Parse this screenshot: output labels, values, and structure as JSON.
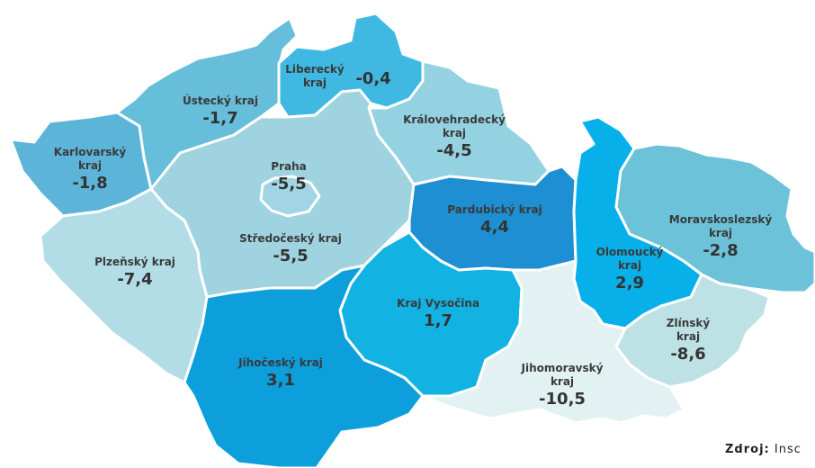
{
  "regions": [
    {
      "id": "karlovarsky",
      "name": "Karlovarský\nkraj",
      "value": "-1,8",
      "color": "#5cb5d9"
    },
    {
      "id": "ustecky",
      "name": "Ústecký kraj",
      "value": "-1,7",
      "color": "#66bedb"
    },
    {
      "id": "liberecky",
      "name": "Liberecký\nkraj",
      "value": "-0,4",
      "color": "#40b9e2"
    },
    {
      "id": "kralovehradecky",
      "name": "Královehradecký\nkraj",
      "value": "-4,5",
      "color": "#94d2e1"
    },
    {
      "id": "praha",
      "name": "Praha",
      "value": "-5,5",
      "color": "#a1d5e3"
    },
    {
      "id": "stredocesky",
      "name": "Středočeský kraj",
      "value": "-5,5",
      "color": "#9fd3e0"
    },
    {
      "id": "plzensky",
      "name": "Plzeňský kraj",
      "value": "-7,4",
      "color": "#b3dde6"
    },
    {
      "id": "pardubicky",
      "name": "Pardubický kraj",
      "value": "4,4",
      "color": "#1f8fd3"
    },
    {
      "id": "vysocina",
      "name": "Kraj Vysočina",
      "value": "1,7",
      "color": "#12b3e3"
    },
    {
      "id": "jihocesky",
      "name": "Jihočeský kraj",
      "value": "3,1",
      "color": "#0c9fdc"
    },
    {
      "id": "olomoucky",
      "name": "Olomoucký\nkraj",
      "value": "2,9",
      "color": "#08b0ea"
    },
    {
      "id": "moravskoslezsky",
      "name": "Moravskoslezský\nkraj",
      "value": "-2,8",
      "color": "#6cc2d8"
    },
    {
      "id": "zlinsky",
      "name": "Zlínský\nkraj",
      "value": "-8,6",
      "color": "#bde1e5"
    },
    {
      "id": "jihomoravsky",
      "name": "Jihomoravský\nkraj",
      "value": "-10,5",
      "color": "#e2f1f2"
    }
  ],
  "source": {
    "label": "Zdroj:",
    "text": "Insc"
  }
}
